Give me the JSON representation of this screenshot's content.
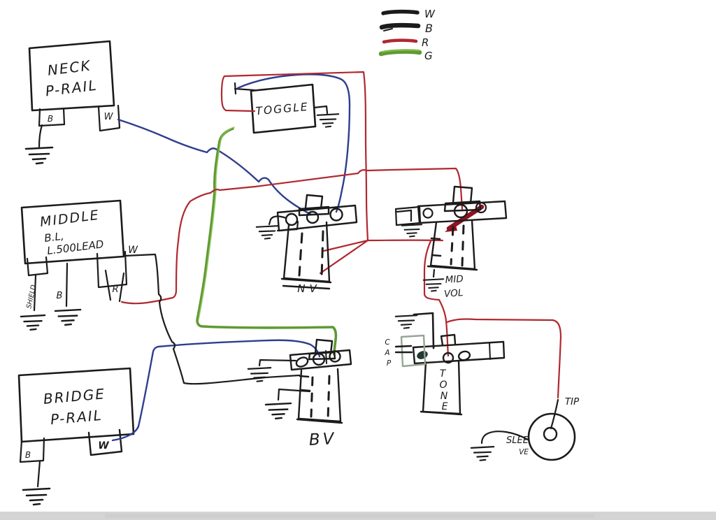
{
  "legend": {
    "items": [
      {
        "label": "W",
        "color": "#151515"
      },
      {
        "label": "B",
        "color": "#151515"
      },
      {
        "label": "R",
        "color": "#b02830"
      },
      {
        "label": "G",
        "color": "#5f9a33"
      }
    ]
  },
  "pickups": {
    "neck": {
      "line1": "NECK",
      "line2": "P-RAIL",
      "b": "B",
      "w": "W"
    },
    "middle": {
      "line1": "MIDDLE",
      "line2": "B.L,",
      "line3": "L.500LEAD",
      "shield": "SHIELD",
      "b": "B",
      "w": "W",
      "r": "R"
    },
    "bridge": {
      "line1": "BRIDGE",
      "line2": "P-RAIL",
      "b": "B",
      "w": "W"
    }
  },
  "toggle": {
    "label": "TOGGLE"
  },
  "pots": {
    "nv": {
      "label": "NV"
    },
    "mid_vol": {
      "line1": "MID",
      "line2": "VOL"
    },
    "bv": {
      "label": "BV"
    },
    "tone": {
      "letters": [
        "T",
        "O",
        "N",
        "E"
      ],
      "cap_letters": [
        "C",
        "A",
        "P"
      ]
    }
  },
  "jack": {
    "tip": "TIP",
    "sleeve_line1": "SLEE",
    "sleeve_line2": "VE"
  },
  "colors": {
    "ink": "#1b1b1b",
    "blue": "#2e3e8e",
    "red": "#b02830",
    "dark_red": "#8f1320",
    "green": "#5f9a33",
    "green_light": "#8cc455",
    "cap": "#95a596",
    "paper": "#ffffff",
    "scan_strip": "#d4d4d4"
  }
}
